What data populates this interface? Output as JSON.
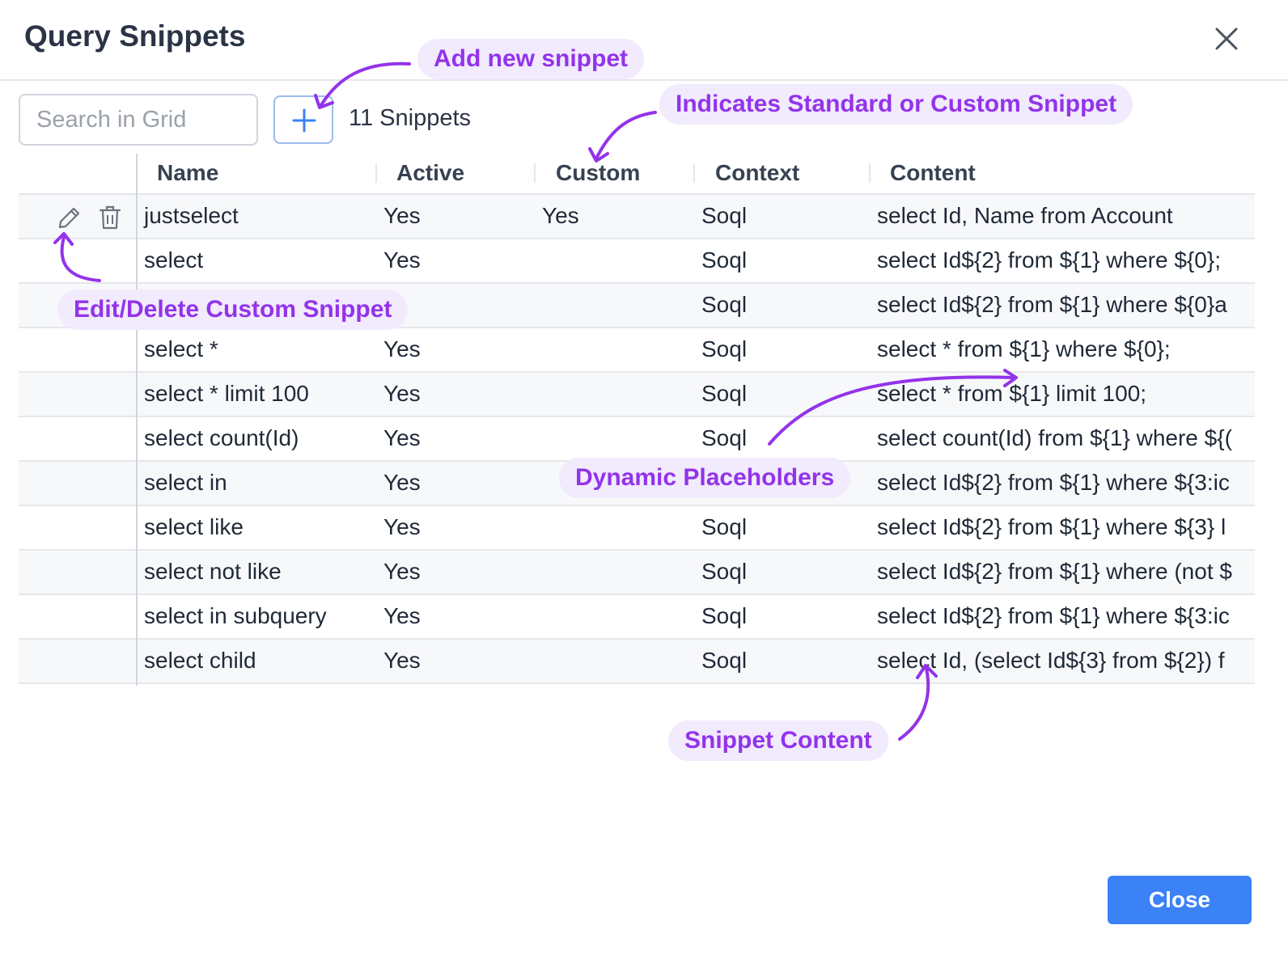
{
  "dialog": {
    "title": "Query Snippets",
    "close_icon": "close-icon",
    "close_button_label": "Close"
  },
  "toolbar": {
    "search_placeholder": "Search in Grid",
    "add_icon": "plus-icon",
    "count_label": "11 Snippets"
  },
  "grid": {
    "columns": [
      "Name",
      "Active",
      "Custom",
      "Context",
      "Content"
    ],
    "rows": [
      {
        "name": "justselect",
        "active": "Yes",
        "custom": "Yes",
        "context": "Soql",
        "content": "select Id, Name from Account",
        "editable": true
      },
      {
        "name": "select",
        "active": "Yes",
        "custom": "",
        "context": "Soql",
        "content": "select Id${2} from ${1} where ${0};"
      },
      {
        "name": "",
        "active": "",
        "custom": "",
        "context": "Soql",
        "content": "select Id${2} from ${1} where ${0}a"
      },
      {
        "name": "select *",
        "active": "Yes",
        "custom": "",
        "context": "Soql",
        "content": "select * from ${1} where ${0};"
      },
      {
        "name": "select * limit 100",
        "active": "Yes",
        "custom": "",
        "context": "Soql",
        "content": "select * from ${1} limit 100;"
      },
      {
        "name": "select count(Id)",
        "active": "Yes",
        "custom": "",
        "context": "Soql",
        "content": "select count(Id) from ${1} where ${("
      },
      {
        "name": "select in",
        "active": "Yes",
        "custom": "",
        "context": "",
        "content": "select Id${2} from ${1} where ${3:ic"
      },
      {
        "name": "select like",
        "active": "Yes",
        "custom": "",
        "context": "Soql",
        "content": "select Id${2} from ${1} where ${3} l"
      },
      {
        "name": "select not like",
        "active": "Yes",
        "custom": "",
        "context": "Soql",
        "content": "select Id${2} from ${1} where (not $"
      },
      {
        "name": "select in subquery",
        "active": "Yes",
        "custom": "",
        "context": "Soql",
        "content": "select Id${2} from ${1} where ${3:ic"
      },
      {
        "name": "select child",
        "active": "Yes",
        "custom": "",
        "context": "Soql",
        "content": "select Id, (select Id${3} from ${2}) f"
      }
    ],
    "row_icons": {
      "edit": "pencil-icon",
      "delete": "trash-icon"
    }
  },
  "annotations": {
    "add_new": "Add new snippet",
    "standard_custom": "Indicates Standard or Custom Snippet",
    "edit_delete": "Edit/Delete Custom Snippet",
    "dynamic": "Dynamic Placeholders",
    "content": "Snippet Content",
    "color": "#9333ea",
    "bg_color": "#f1ebfd"
  },
  "colors": {
    "primary": "#3b82f6",
    "title": "#2b3445"
  }
}
